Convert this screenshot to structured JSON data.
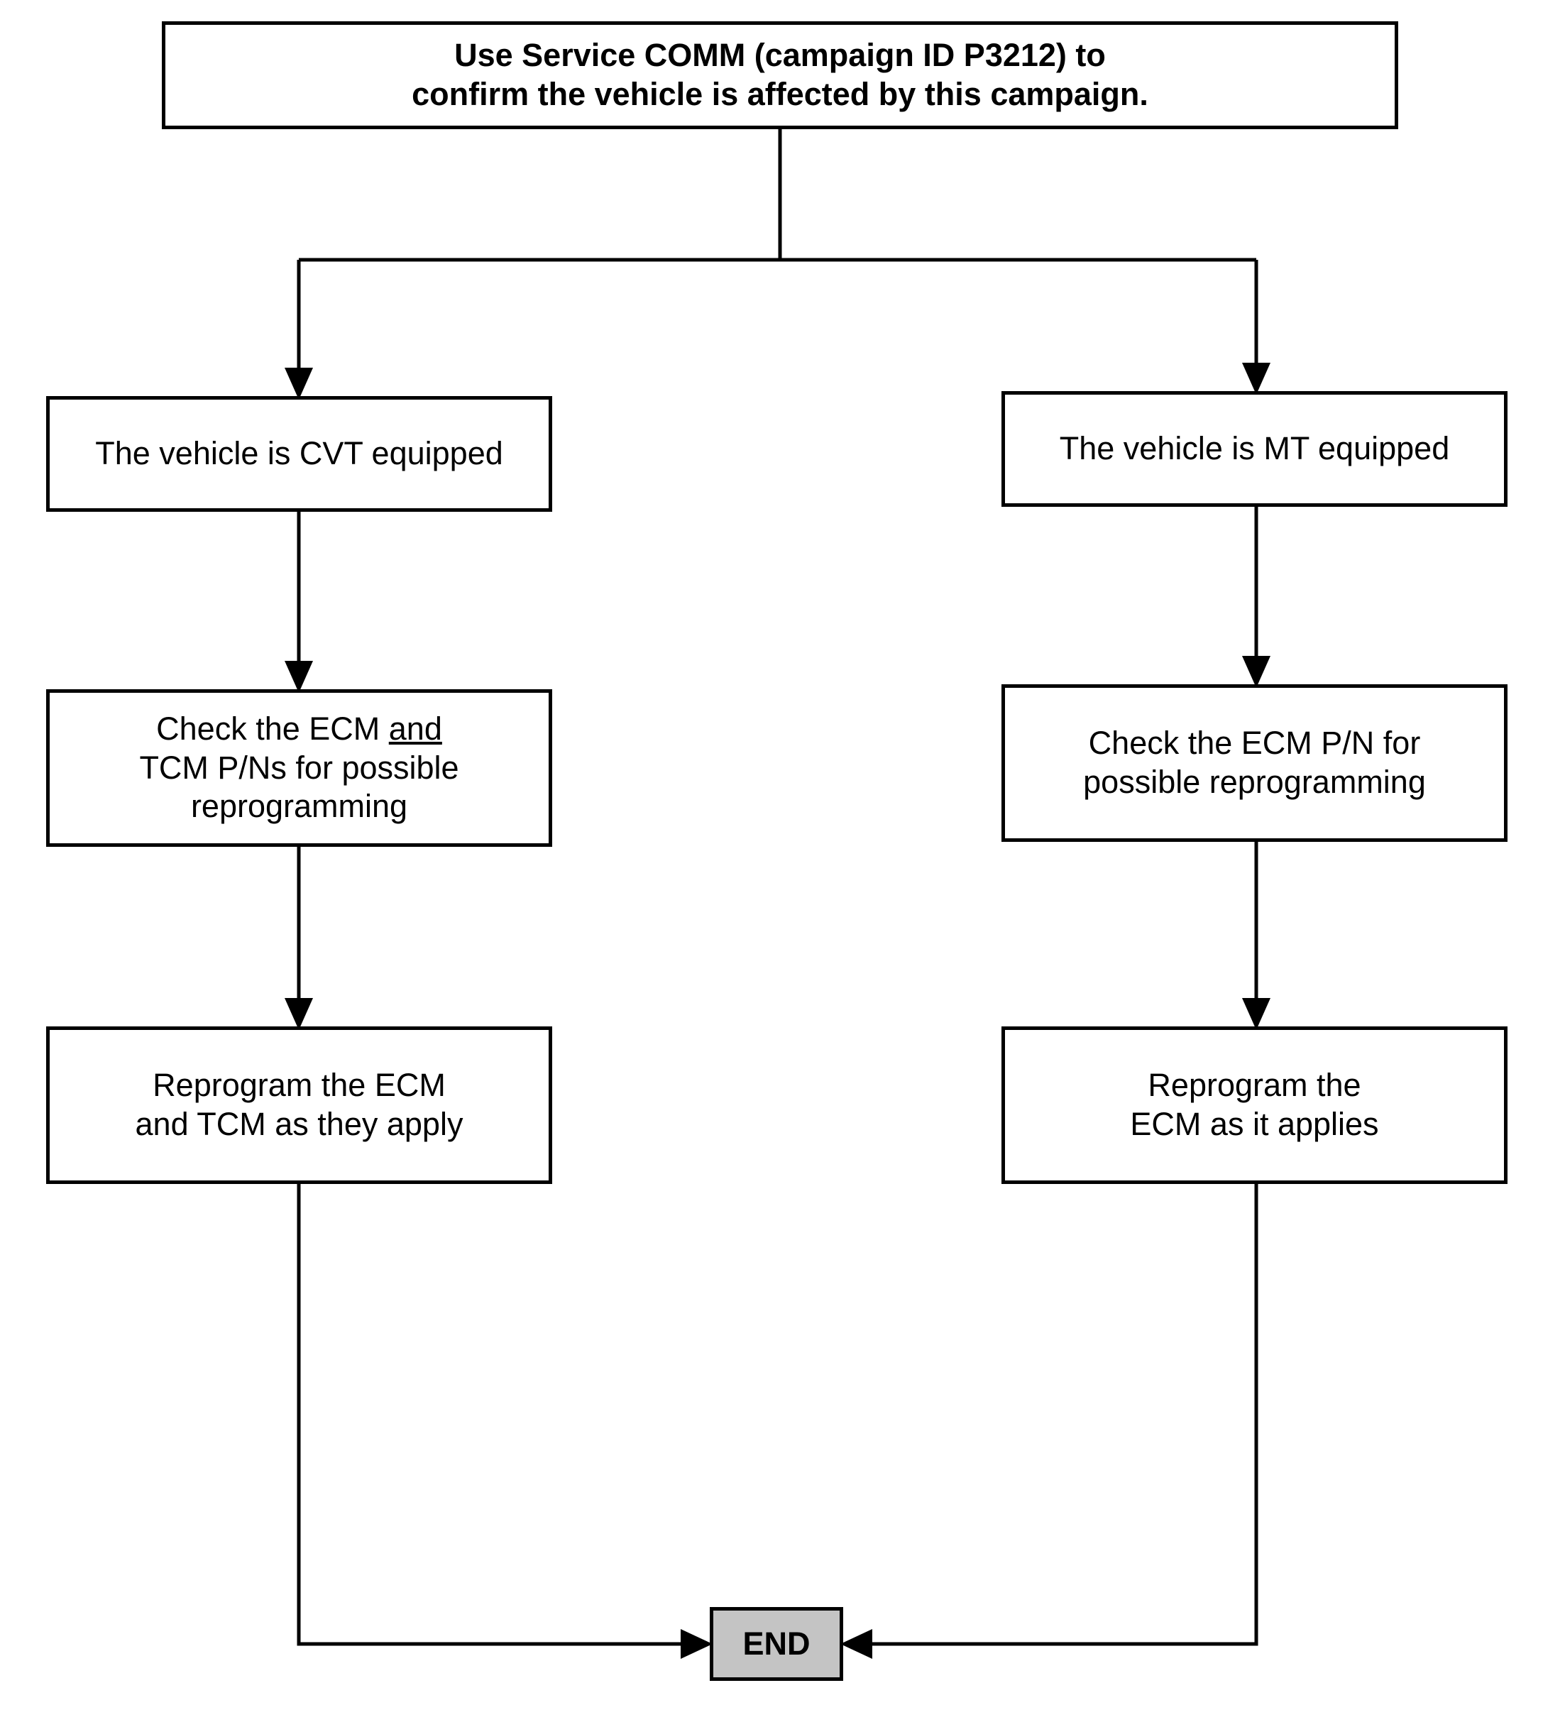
{
  "diagram": {
    "title": "Campaign P3212 reprogramming decision flowchart",
    "background_color": "#ffffff",
    "line_color": "#000000",
    "end_fill_color": "#c4c4c4"
  },
  "nodes": {
    "start": {
      "label": "Use Service COMM (campaign ID P3212) to\nconfirm the vehicle is affected by this campaign.",
      "shape": "rectangle",
      "bold": true
    },
    "cvt_branch": {
      "label": "The vehicle is CVT equipped",
      "shape": "rectangle"
    },
    "mt_branch": {
      "label": "The vehicle is MT equipped",
      "shape": "rectangle"
    },
    "check_cvt": {
      "line1_prefix": "Check the ECM ",
      "line1_underlined": "and",
      "line2": "TCM P/Ns for possible",
      "line3": "reprogramming",
      "shape": "rectangle"
    },
    "check_mt": {
      "label": "Check the ECM P/N for\npossible reprogramming",
      "shape": "rectangle"
    },
    "reprogram_cvt": {
      "label": "Reprogram the ECM\nand TCM as they apply",
      "shape": "rectangle"
    },
    "reprogram_mt": {
      "label": "Reprogram the\nECM as it applies",
      "shape": "rectangle"
    },
    "end": {
      "label": "END",
      "shape": "rectangle",
      "bold": true
    }
  },
  "edges": [
    {
      "from": "start",
      "to": "cvt_branch",
      "style": "elbow-down-left",
      "arrow": "down"
    },
    {
      "from": "start",
      "to": "mt_branch",
      "style": "elbow-down-right",
      "arrow": "down"
    },
    {
      "from": "cvt_branch",
      "to": "check_cvt",
      "style": "straight-down",
      "arrow": "down"
    },
    {
      "from": "mt_branch",
      "to": "check_mt",
      "style": "straight-down",
      "arrow": "down"
    },
    {
      "from": "check_cvt",
      "to": "reprogram_cvt",
      "style": "straight-down",
      "arrow": "down"
    },
    {
      "from": "check_mt",
      "to": "reprogram_mt",
      "style": "straight-down",
      "arrow": "down"
    },
    {
      "from": "reprogram_cvt",
      "to": "end",
      "style": "elbow-down-right",
      "arrow": "right"
    },
    {
      "from": "reprogram_mt",
      "to": "end",
      "style": "elbow-down-left",
      "arrow": "left"
    }
  ]
}
